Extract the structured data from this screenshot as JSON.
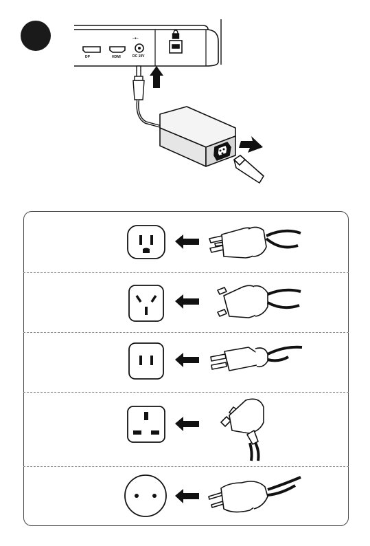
{
  "step": {
    "badge_icon": "step-number-badge"
  },
  "device": {
    "port_labels": [
      "DP",
      "HDMI",
      "DC 19V"
    ],
    "power_symbol": "−●−"
  },
  "colors": {
    "ink": "#111111",
    "adapter_fill": "#ececec",
    "badge": "#1a1a1a",
    "divider": "#8a8a8a"
  },
  "plug_types": [
    {
      "icon": "us-outlet-type-b"
    },
    {
      "icon": "au-outlet-type-i"
    },
    {
      "icon": "jp-outlet-type-a"
    },
    {
      "icon": "uk-outlet-type-g"
    },
    {
      "icon": "eu-outlet-type-c"
    }
  ]
}
